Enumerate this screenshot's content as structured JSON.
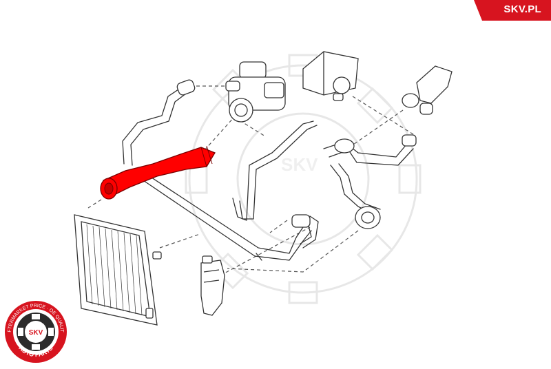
{
  "brand": {
    "name": "SKV.PL",
    "accent_color": "#d7141f",
    "highlight_color": "#ff0000"
  },
  "seal": {
    "arc_top": "AFTERMARKET PRICE · OE QUALITY",
    "arc_bottom": "AUTO PARTS",
    "center": "SKV"
  },
  "watermark": {
    "text": "SKV"
  },
  "diagram": {
    "highlighted_part": "upper radiator hose",
    "icons": [
      "radiator-icon",
      "expansion-tank-icon",
      "thermostat-housing-icon",
      "water-pump-icon",
      "coolant-flange-icon"
    ]
  }
}
